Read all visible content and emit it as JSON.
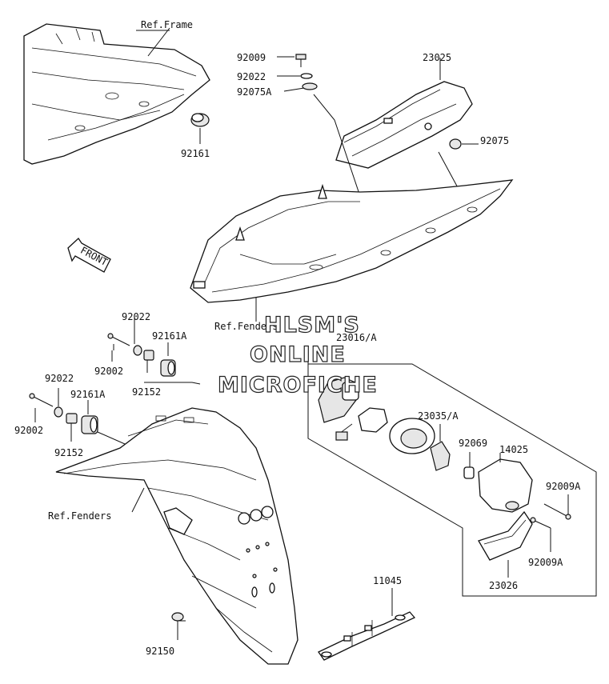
{
  "labels": {
    "ref_frame": "Ref.Frame",
    "p92009_top": "92009",
    "p92022_top": "92022",
    "p92075A": "92075A",
    "p23025": "23025",
    "p92075": "92075",
    "p92161": "92161",
    "front": "FRONT",
    "ref_fenders_top": "Ref.Fenders",
    "p92022_a": "92022",
    "p92161A_a": "92161A",
    "p92002_a": "92002",
    "p92152_a": "92152",
    "p92022_b": "92022",
    "p92161A_b": "92161A",
    "p92002_b": "92002",
    "p92152_b": "92152",
    "ref_fenders_bottom": "Ref.Fenders",
    "p23016A": "23016/A",
    "p23035A": "23035/A",
    "p92069": "92069",
    "p14025": "14025",
    "p92009A_a": "92009A",
    "p92009A_b": "92009A",
    "p23026": "23026",
    "p11045": "11045",
    "p92150": "92150"
  },
  "watermark": {
    "line1": "HLSM'S",
    "line2": "ONLINE",
    "line3": "MICROFICHE"
  }
}
